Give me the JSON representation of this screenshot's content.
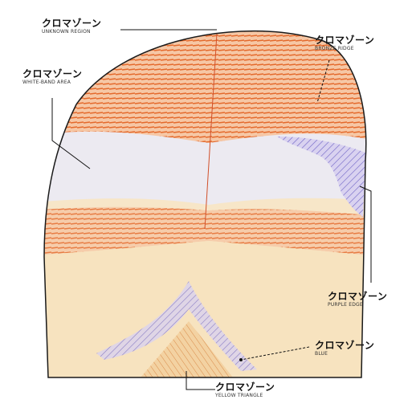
{
  "labels": {
    "top": {
      "name": "クロマゾーン",
      "sub": "UNKNOWN REGION"
    },
    "upper_right": {
      "name": "クロマゾーン",
      "sub": "BRONZE RIDGE"
    },
    "upper_left": {
      "name": "クロマゾーン",
      "sub": "WHITE-BAND AREA"
    },
    "right": {
      "name": "クロマゾーン",
      "sub": "PURPLE EDGE"
    },
    "lower_right": {
      "name": "クロマゾーン",
      "sub": "BLUE"
    },
    "bottom": {
      "name": "クロマゾーン",
      "sub": "YELLOW TRIANGLE"
    }
  },
  "colors": {
    "orange": "#e8773a",
    "orange_light": "#f2b58c",
    "white_band": "#e9e9ef",
    "cream": "#f5dcb0",
    "purple": "#6a5fc4",
    "outline": "#1a1a1a"
  }
}
